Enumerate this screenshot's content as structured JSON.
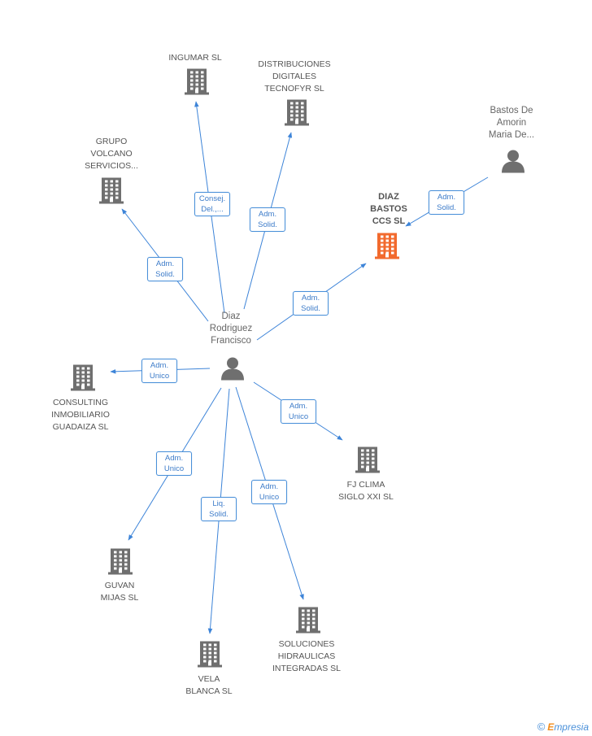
{
  "colors": {
    "edge": "#3d84d8",
    "building": "#6f6f6f",
    "building_main": "#f26a2e",
    "person": "#6f6f6f",
    "rel_text": "#3d7cc9"
  },
  "nodes": [
    {
      "id": "ingumar",
      "kind": "company",
      "label": "INGUMAR SL"
    },
    {
      "id": "distribuciones",
      "kind": "company",
      "label": "DISTRIBUCIONES\nDIGITALES\nTECNOFYR SL"
    },
    {
      "id": "grupo_volcano",
      "kind": "company",
      "label": "GRUPO\nVOLCANO\nSERVICIOS..."
    },
    {
      "id": "bastos_amorin",
      "kind": "person",
      "label": "Bastos De\nAmorin\nMaria De..."
    },
    {
      "id": "diaz_bastos",
      "kind": "company_main",
      "label": "DIAZ\nBASTOS\nCCS SL"
    },
    {
      "id": "diaz_rodriguez",
      "kind": "person",
      "label": "Diaz\nRodriguez\nFrancisco"
    },
    {
      "id": "consulting",
      "kind": "company",
      "label": "CONSULTING\nINMOBILIARIO\nGUADAIZA SL"
    },
    {
      "id": "fj_clima",
      "kind": "company",
      "label": "FJ CLIMA\nSIGLO XXI SL"
    },
    {
      "id": "guvan",
      "kind": "company",
      "label": "GUVAN\nMIJAS SL"
    },
    {
      "id": "vela_blanca",
      "kind": "company",
      "label": "VELA\nBLANCA SL"
    },
    {
      "id": "soluciones",
      "kind": "company",
      "label": "SOLUCIONES\nHIDRAULICAS\nINTEGRADAS SL"
    }
  ],
  "edges": [
    {
      "from": "diaz_rodriguez",
      "to": "ingumar",
      "label": [
        "Consej.",
        "Del.,..."
      ]
    },
    {
      "from": "diaz_rodriguez",
      "to": "distribuciones",
      "label": [
        "Adm.",
        "Solid."
      ]
    },
    {
      "from": "diaz_rodriguez",
      "to": "grupo_volcano",
      "label": [
        "Adm.",
        "Solid."
      ]
    },
    {
      "from": "diaz_rodriguez",
      "to": "diaz_bastos",
      "label": [
        "Adm.",
        "Solid."
      ]
    },
    {
      "from": "bastos_amorin",
      "to": "diaz_bastos",
      "label": [
        "Adm.",
        "Solid."
      ]
    },
    {
      "from": "diaz_rodriguez",
      "to": "consulting",
      "label": [
        "Adm.",
        "Unico"
      ]
    },
    {
      "from": "diaz_rodriguez",
      "to": "fj_clima",
      "label": [
        "Adm.",
        "Unico"
      ]
    },
    {
      "from": "diaz_rodriguez",
      "to": "guvan",
      "label": [
        "Adm.",
        "Unico"
      ]
    },
    {
      "from": "diaz_rodriguez",
      "to": "vela_blanca",
      "label": [
        "Liq.",
        "Solid."
      ]
    },
    {
      "from": "diaz_rodriguez",
      "to": "soluciones",
      "label": [
        "Adm.",
        "Unico"
      ]
    }
  ],
  "footer": {
    "copyright": "©",
    "brand_initial": "E",
    "brand_rest": "mpresia"
  }
}
